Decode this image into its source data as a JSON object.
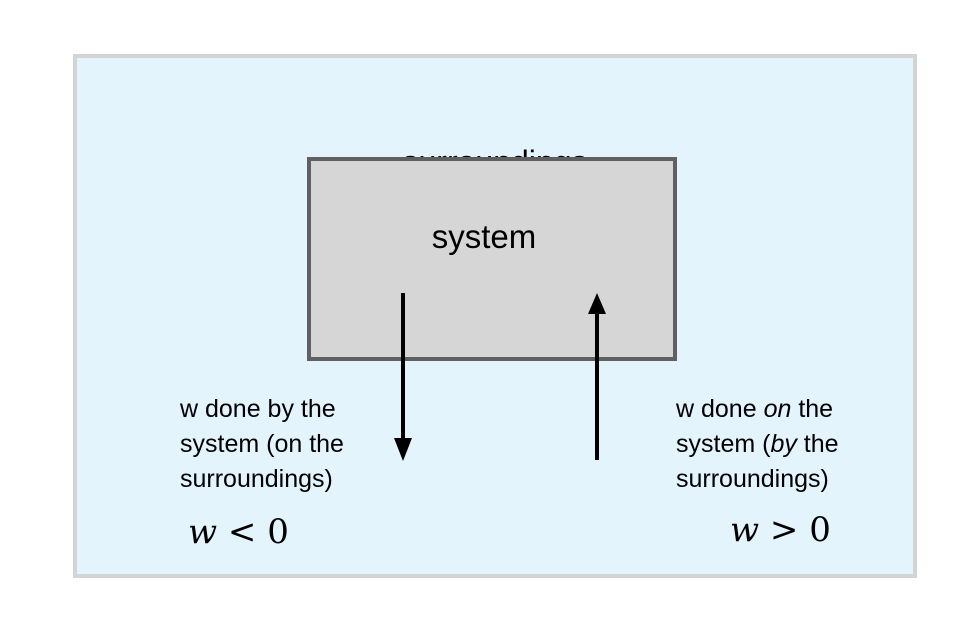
{
  "diagram": {
    "surroundings_label": "surroundings",
    "system_label": "system",
    "left": {
      "line1": "w done by the",
      "line2": "system (on the",
      "line3": "surroundings)",
      "math_var": "w",
      "math_rel": " < 0",
      "arrow_direction": "down (out of system)"
    },
    "right": {
      "line1_a": "w done ",
      "line1_em": "on",
      "line1_b": " the",
      "line2_a": "system (",
      "line2_em": "by",
      "line2_b": " the",
      "line3": "surroundings)",
      "math_var": "w",
      "math_rel": " > 0",
      "arrow_direction": "up (into system)"
    },
    "colors": {
      "surroundings_fill": "#e3f4fc",
      "surroundings_border": "#d4d4d4",
      "system_fill": "#d6d6d6",
      "system_border": "#606060",
      "arrow": "#000000"
    }
  }
}
